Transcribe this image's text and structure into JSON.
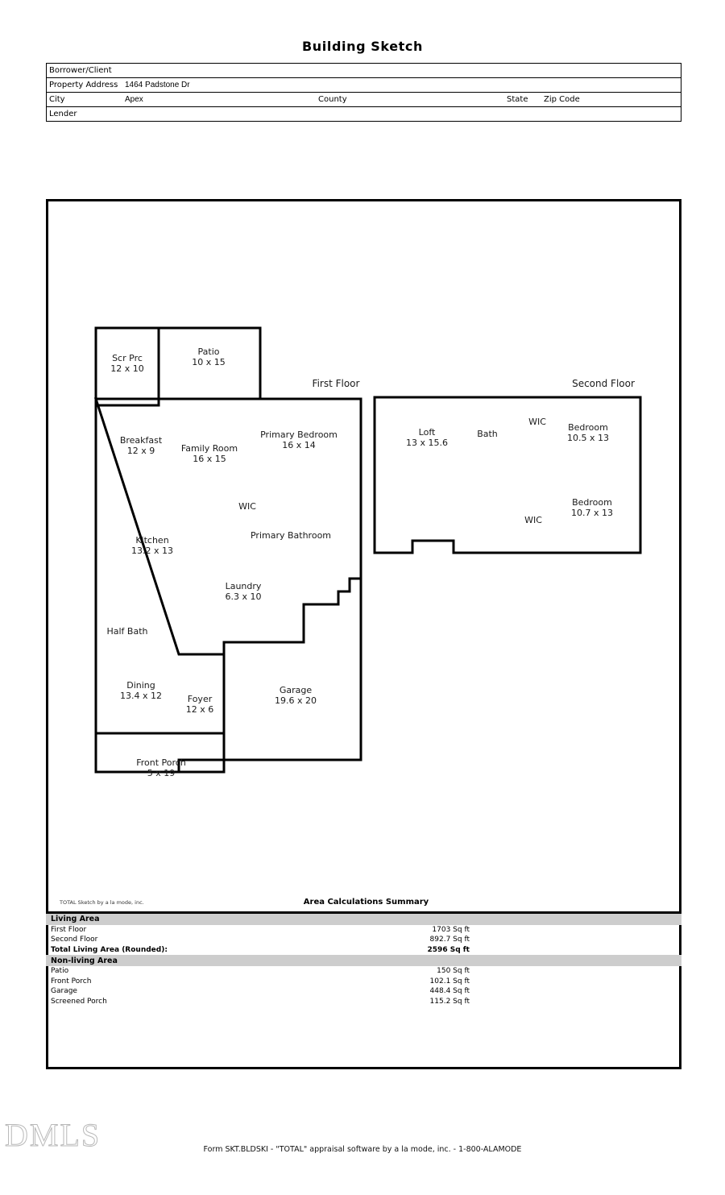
{
  "document": {
    "title": "Building Sketch",
    "form_footer": "Form SKT.BLDSKI - \"TOTAL\" appraisal software by a la mode, inc. - 1-800-ALAMODE",
    "watermark": "DMLS",
    "sketch_credit": "TOTAL Sketch by a la mode, inc."
  },
  "header": {
    "borrower_label": "Borrower/Client",
    "borrower_value": "",
    "property_address_label": "Property Address",
    "property_address_value": "1464 Padstone Dr",
    "city_label": "City",
    "city_value": "Apex",
    "county_label": "County",
    "county_value": "",
    "state_label": "State",
    "state_value": "",
    "zip_label": "Zip Code",
    "zip_value": "",
    "lender_label": "Lender",
    "lender_value": ""
  },
  "sketch": {
    "first_floor_title": "First Floor",
    "second_floor_title": "Second Floor",
    "rooms": [
      {
        "name": "Scr Prc",
        "dim": "12 x 10"
      },
      {
        "name": "Patio",
        "dim": "10 x 15"
      },
      {
        "name": "Breakfast",
        "dim": "12 x 9"
      },
      {
        "name": "Family Room",
        "dim": "16 x 15"
      },
      {
        "name": "Primary Bedroom",
        "dim": "16 x 14"
      },
      {
        "name": "WIC",
        "dim": ""
      },
      {
        "name": "Kitchen",
        "dim": "13.2 x 13"
      },
      {
        "name": "Primary Bathroom",
        "dim": ""
      },
      {
        "name": "Laundry",
        "dim": "6.3 x 10"
      },
      {
        "name": "Half Bath",
        "dim": ""
      },
      {
        "name": "Dining",
        "dim": "13.4 x 12"
      },
      {
        "name": "Foyer",
        "dim": "12 x 6"
      },
      {
        "name": "Garage",
        "dim": "19.6 x 20"
      },
      {
        "name": "Front Porch",
        "dim": "5 x 19"
      },
      {
        "name": "Loft",
        "dim": "13 x 15.6"
      },
      {
        "name": "Bath",
        "dim": ""
      },
      {
        "name": "WIC",
        "dim": ""
      },
      {
        "name": "Bedroom",
        "dim": "10.5 x 13"
      },
      {
        "name": "WIC",
        "dim": ""
      },
      {
        "name": "Bedroom",
        "dim": "10.7 x 13"
      }
    ]
  },
  "summary": {
    "title": "Area Calculations Summary",
    "living_area_header": "Living Area",
    "living_rows": [
      {
        "name": "First Floor",
        "value": "1703 Sq ft"
      },
      {
        "name": "Second Floor",
        "value": "892.7 Sq ft"
      }
    ],
    "total_label": "Total Living Area (Rounded):",
    "total_value": "2596 Sq ft",
    "nonliving_area_header": "Non-living Area",
    "nonliving_rows": [
      {
        "name": "Patio",
        "value": "150 Sq ft"
      },
      {
        "name": "Front Porch",
        "value": "102.1 Sq ft"
      },
      {
        "name": "Garage",
        "value": "448.4 Sq ft"
      },
      {
        "name": "Screened Porch",
        "value": "115.2 Sq ft"
      }
    ]
  }
}
